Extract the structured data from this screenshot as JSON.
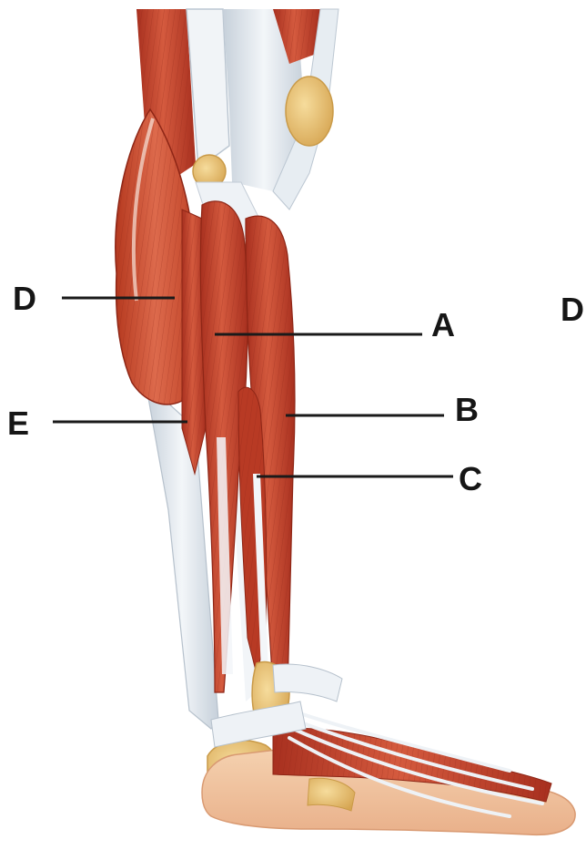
{
  "labels": {
    "a": "A",
    "b": "B",
    "c": "C",
    "d": "D",
    "e": "E",
    "d_edge": "D"
  },
  "colors": {
    "muscle": "#c2402c",
    "muscle_light": "#d8684c",
    "muscle_dark": "#9a2c20",
    "tendon": "#e9eef3",
    "tendon_shadow": "#bcc7d2",
    "bone": "#e8c57a",
    "bone_dark": "#c99a48",
    "skin": "#f1c6a3",
    "leader": "#1a1a1a"
  }
}
